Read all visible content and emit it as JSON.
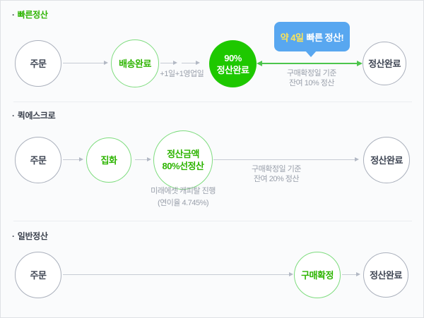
{
  "colors": {
    "green_fill": "#1ec800",
    "green_text": "#2db400",
    "green_outline": "#7edc7e",
    "green_arrow": "#4cc54c",
    "bubble_blue": "#58a7f0",
    "bubble_highlight_yellow": "#ffe455",
    "gray_circle_border": "#aab0bc",
    "gray_arrow": "#c6cbd4",
    "dark_text": "#3f4654",
    "muted_text": "#9aa0ab"
  },
  "sections": [
    {
      "bullet": "·",
      "title": "빠른정산",
      "steps": {
        "order": "주문",
        "delivery_done": "배송완료",
        "ninety_line1": "90%",
        "ninety_line2": "정산완료",
        "settle_done": "정산완료"
      },
      "arrow_labels": {
        "plus_1_day": "+1일",
        "plus_1_biz_day": "+1영업일"
      },
      "bubble": {
        "highlight": "약 4일",
        "text": "빠른 정산!"
      },
      "caption": {
        "line1": "구매확정일 기준",
        "line2": "잔여 10% 정산"
      }
    },
    {
      "bullet": "·",
      "title": "퀵에스크로",
      "steps": {
        "order": "주문",
        "pickup": "집화",
        "presettle_line1": "정산금액",
        "presettle_line2": "80%선정산",
        "settle_done": "정산완료"
      },
      "note": {
        "line1": "미래에셋 캐피탈 진행",
        "line2": "(연이율 4.745%)"
      },
      "caption": {
        "line1": "구매확정일 기준",
        "line2": "잔여 20% 정산"
      }
    },
    {
      "bullet": "·",
      "title": "일반정산",
      "steps": {
        "order": "주문",
        "purchase_confirm": "구매확정",
        "settle_done": "정산완료"
      }
    }
  ]
}
